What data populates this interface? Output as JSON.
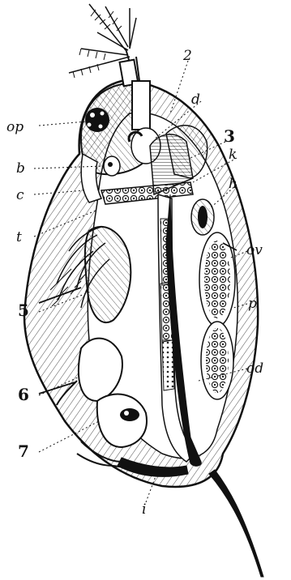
{
  "labels": {
    "op": "op",
    "b": "b",
    "c": "c",
    "t": "t",
    "n2": "2",
    "d": "d",
    "n3": "3",
    "k": "k",
    "h": "h",
    "ov": "ov",
    "p": "p",
    "n5": "5",
    "n6": "6",
    "n7": "7",
    "od": "od",
    "i": "i"
  },
  "colors": {
    "ink": "#111111",
    "paper": "#ffffff"
  }
}
